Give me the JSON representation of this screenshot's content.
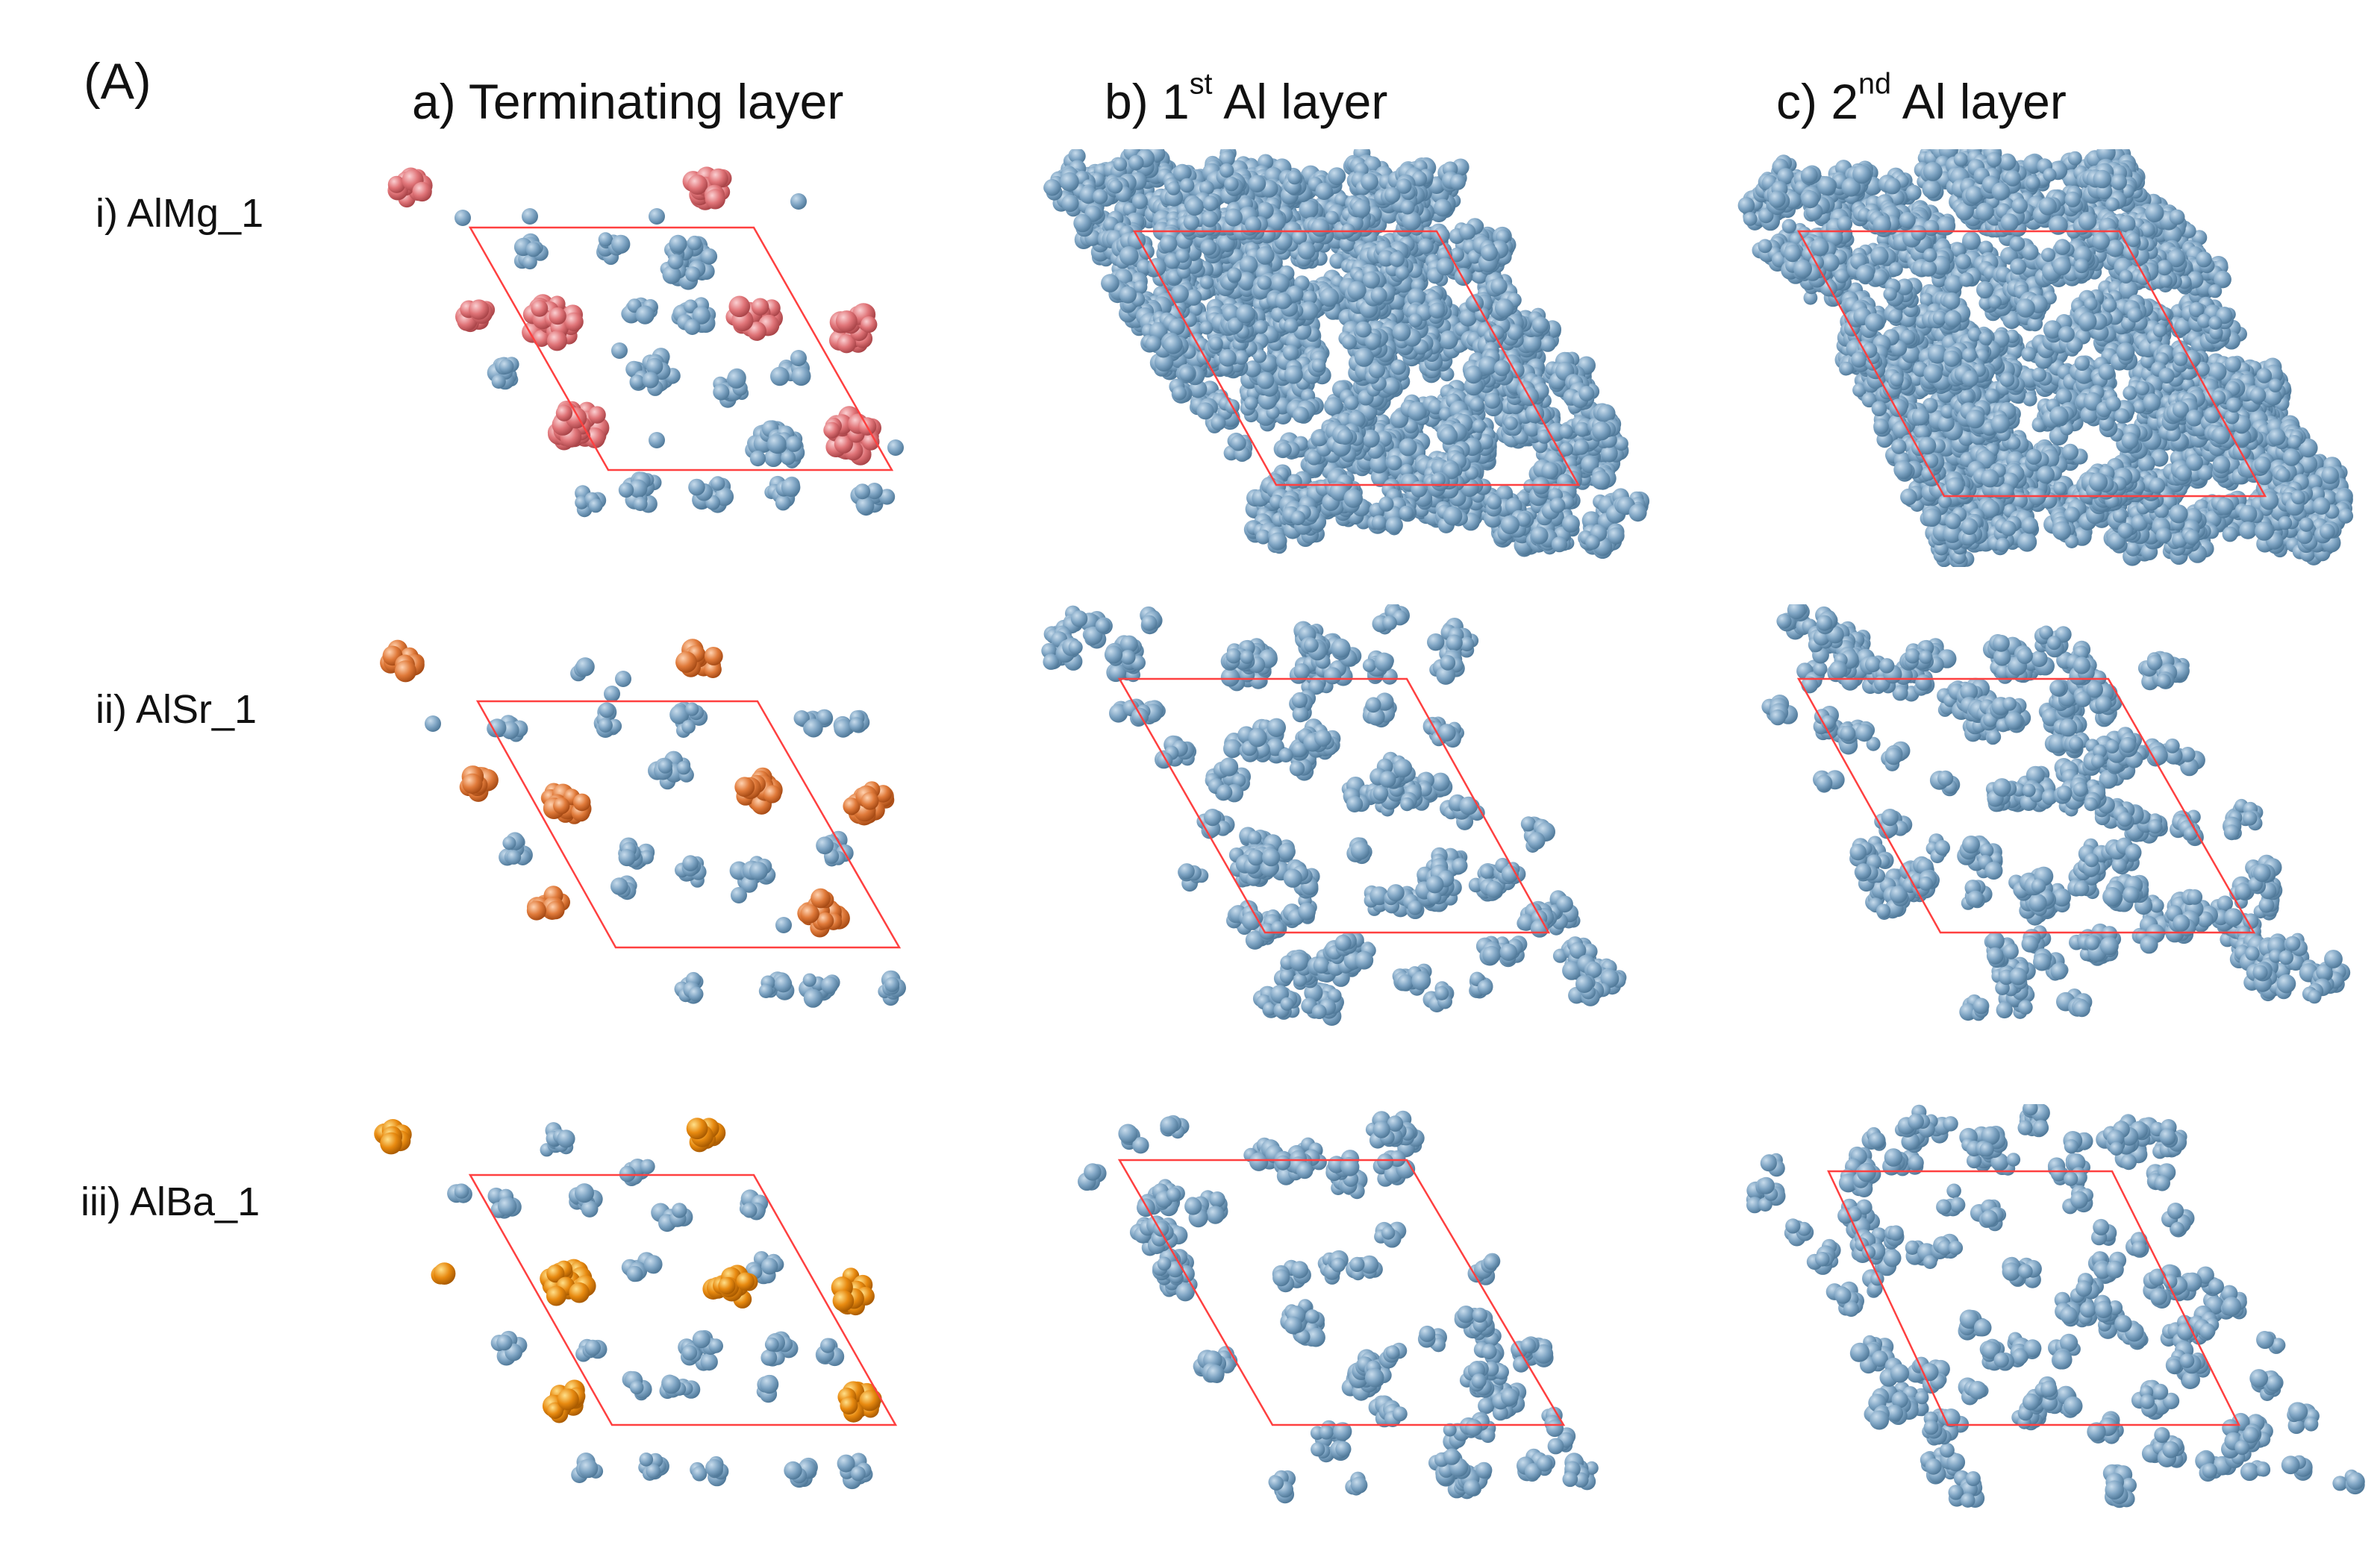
{
  "figure": {
    "panel_label": "(A)",
    "columns": [
      {
        "prefix": "a) Terminating layer",
        "sup": "",
        "suffix": ""
      },
      {
        "prefix": "b) 1",
        "sup": "st",
        "suffix": " Al layer"
      },
      {
        "prefix": "c) 2",
        "sup": "nd",
        "suffix": " Al layer"
      }
    ],
    "rows": [
      "i) AlMg_1",
      "ii) AlSr_1",
      "iii) AlBa_1"
    ]
  },
  "colors": {
    "al_atom": "#7fa5c4",
    "al_atom_dark": "#4f7898",
    "al_atom_light": "#c8dcec",
    "mg_atom": "#e07478",
    "sr_atom": "#e07a3a",
    "ba_atom": "#e88a10",
    "cell_outline": "#ff4040"
  }
}
